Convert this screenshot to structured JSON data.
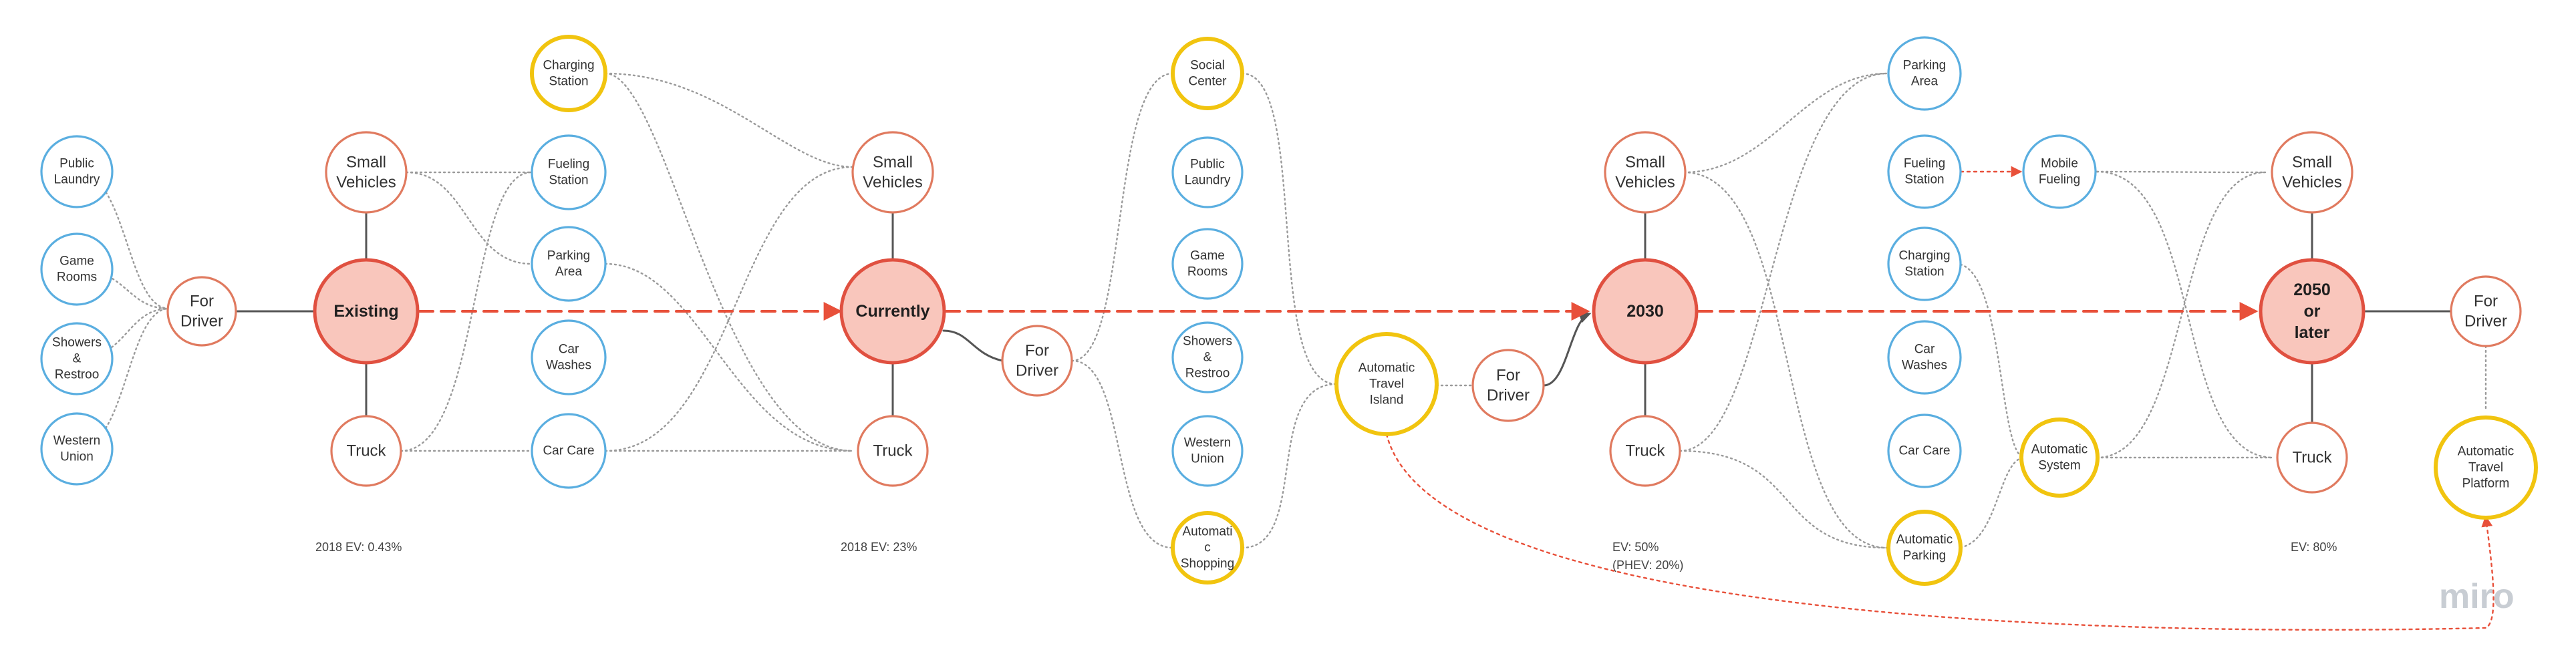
{
  "colors": {
    "blue": "#5aaee0",
    "yellow": "#f1c40f",
    "salmon": "#e07a5f",
    "hub_fill": "#f9c6bc",
    "hub_stroke": "#e05040",
    "arrow": "#e8503a",
    "dotted": "#9a9a9a",
    "solid": "#555555"
  },
  "brand": "miro",
  "hubs": [
    {
      "id": "existing",
      "label": "Existing"
    },
    {
      "id": "currently",
      "label": "Currently"
    },
    {
      "id": "y2030",
      "label": "2030"
    },
    {
      "id": "y2050",
      "label": "2050\nor\nlater"
    }
  ],
  "captions": [
    {
      "id": "cap-2018-existing",
      "text": "2018  EV:  0.43%"
    },
    {
      "id": "cap-2018-current",
      "text": "2018  EV:  23%"
    },
    {
      "id": "cap-2030-a",
      "text": "EV:  50%"
    },
    {
      "id": "cap-2030-b",
      "text": "(PHEV: 20%)"
    },
    {
      "id": "cap-2050",
      "text": "EV:  80%"
    }
  ],
  "nodes": [
    {
      "id": "n1",
      "type": "blue",
      "label": "Public\nLaundry"
    },
    {
      "id": "n2",
      "type": "blue",
      "label": "Game\nRooms"
    },
    {
      "id": "n3",
      "type": "blue",
      "label": "Showers\n&\nRestroo"
    },
    {
      "id": "n4",
      "type": "blue",
      "label": "Western\nUnion"
    },
    {
      "id": "n5",
      "type": "salmon",
      "label": "For\nDriver"
    },
    {
      "id": "n6",
      "type": "salmon",
      "label": "Small\nVehicles"
    },
    {
      "id": "n7",
      "type": "salmon",
      "label": "Truck"
    },
    {
      "id": "n8",
      "type": "yellow",
      "label": "Charging\nStation"
    },
    {
      "id": "n9",
      "type": "blue",
      "label": "Fueling\nStation"
    },
    {
      "id": "n10",
      "type": "blue",
      "label": "Parking\nArea"
    },
    {
      "id": "n11",
      "type": "blue",
      "label": "Car\nWashes"
    },
    {
      "id": "n12",
      "type": "blue",
      "label": "Car Care"
    },
    {
      "id": "n13",
      "type": "salmon",
      "label": "Small\nVehicles"
    },
    {
      "id": "n14",
      "type": "salmon",
      "label": "Truck"
    },
    {
      "id": "n15",
      "type": "salmon",
      "label": "For\nDriver"
    },
    {
      "id": "n16",
      "type": "yellow",
      "label": "Social\nCenter"
    },
    {
      "id": "n17",
      "type": "blue",
      "label": "Public\nLaundry"
    },
    {
      "id": "n18",
      "type": "blue",
      "label": "Game\nRooms"
    },
    {
      "id": "n19",
      "type": "blue",
      "label": "Showers\n&\nRestroo"
    },
    {
      "id": "n20",
      "type": "blue",
      "label": "Western\nUnion"
    },
    {
      "id": "n21",
      "type": "yellow",
      "label": "Automati\nc\nShopping"
    },
    {
      "id": "n22",
      "type": "yellow",
      "label": "Automatic\nTravel\nIsland"
    },
    {
      "id": "n23",
      "type": "salmon",
      "label": "For\nDriver"
    },
    {
      "id": "n24",
      "type": "salmon",
      "label": "Small\nVehicles"
    },
    {
      "id": "n25",
      "type": "salmon",
      "label": "Truck"
    },
    {
      "id": "n26",
      "type": "blue",
      "label": "Parking\nArea"
    },
    {
      "id": "n27",
      "type": "blue",
      "label": "Fueling\nStation"
    },
    {
      "id": "n28",
      "type": "blue",
      "label": "Charging\nStation"
    },
    {
      "id": "n29",
      "type": "blue",
      "label": "Car\nWashes"
    },
    {
      "id": "n30",
      "type": "blue",
      "label": "Car Care"
    },
    {
      "id": "n31",
      "type": "yellow",
      "label": "Automatic\nParking"
    },
    {
      "id": "n32",
      "type": "blue",
      "label": "Mobile\nFueling"
    },
    {
      "id": "n33",
      "type": "yellow",
      "label": "Automatic\nSystem"
    },
    {
      "id": "n34",
      "type": "salmon",
      "label": "Small\nVehicles"
    },
    {
      "id": "n35",
      "type": "salmon",
      "label": "Truck"
    },
    {
      "id": "n36",
      "type": "salmon",
      "label": "For\nDriver"
    },
    {
      "id": "n37",
      "type": "yellow",
      "label": "Automatic\nTravel\nPlatform"
    }
  ]
}
